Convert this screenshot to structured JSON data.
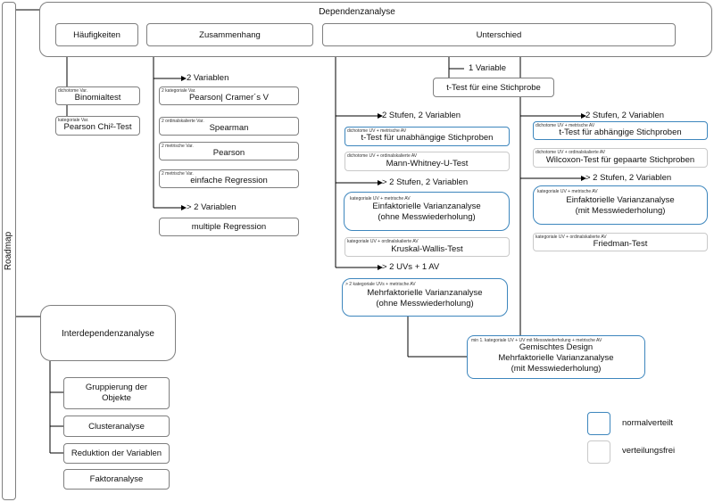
{
  "side": {
    "label": "Roadmap"
  },
  "top": {
    "title": "Dependenzanalyse",
    "haeufigkeiten": "Häufigkeiten",
    "zusammenhang": "Zusammenhang",
    "unterschied": "Unterschied"
  },
  "haeuf": {
    "binomial": {
      "tag": "dichotome Var.",
      "name": "Binomialtest"
    },
    "chi": {
      "tag": "kategoriale Var.",
      "name": "Pearson Chi²-Test"
    }
  },
  "zus": {
    "two_vars": "2 Variablen",
    "more_vars": "> 2 Variablen",
    "cramer": {
      "tag": "2 kategoriale Var.",
      "name": "Pearson| Cramer´s V"
    },
    "spearman": {
      "tag": "2 ordinalskalierte Var.",
      "name": "Spearman"
    },
    "pearson": {
      "tag": "2 metrische Var.",
      "name": "Pearson"
    },
    "regression": {
      "tag": "2 metrische Var.",
      "name": "einfache Regression"
    },
    "multiple": {
      "name": "multiple Regression"
    }
  },
  "unt": {
    "one_var": "1 Variable",
    "one_sample": "t-Test für eine Stichprobe",
    "two_levels_left": "2 Stufen, 2 Variablen",
    "more_levels_left": "> 2 Stufen, 2 Variablen",
    "more_uvs": "> 2 UVs + 1 AV",
    "two_levels_right": "2 Stufen, 2 Variablen",
    "more_levels_right": "> 2 Stufen, 2 Variablen",
    "t_unabh": {
      "tag": "dichotome UV  + metrische AV",
      "name": "t-Test für unabhängige Stichproben"
    },
    "mann": {
      "tag": "dichotome UV + ordinalskalierte AV",
      "name": "Mann-Whitney-U-Test"
    },
    "anova_ohne": {
      "tag": "kategoriale UV + metrische  AV",
      "line1": "Einfaktorielle Varianzanalyse",
      "line2": "(ohne Messwiederholung)"
    },
    "kruskal": {
      "tag": "kategoriale UV + ordinalskalierte  AV",
      "name": "Kruskal-Wallis-Test"
    },
    "mehr_ohne": {
      "tag": "> 2 kategoriale UVs  + metrische  AV",
      "line1": "Mehrfaktorielle Varianzanalyse",
      "line2": "(ohne Messwiederholung)"
    },
    "t_abh": {
      "tag": "dichotome UV  + metrische AV",
      "name": "t-Test für abhängige Stichproben"
    },
    "wilcoxon": {
      "tag": "dichotome UV + ordinalskalierte AV",
      "name": "Wilcoxon-Test für gepaarte Stichproben"
    },
    "anova_mit": {
      "tag": "kategoriale UV + metrische  AV",
      "line1": "Einfaktorielle Varianzanalyse",
      "line2": "(mit Messwiederholung)"
    },
    "friedman": {
      "tag": "kategoriale UV + ordinalskalierte AV",
      "name": "Friedman-Test"
    },
    "gemischt": {
      "tag": "min 1. kategoriale UV +  UV mit Messwiederholung + metrische  AV",
      "line1": "Gemischtes Design",
      "line2": "Mehrfaktorielle Varianzanalyse",
      "line3": "(mit Messwiederholung)"
    }
  },
  "inter": {
    "title": "Interdependenzanalyse",
    "gruppierung": "Gruppierung der Objekte",
    "cluster": "Clusteranalyse",
    "reduktion": "Reduktion der Variablen",
    "faktor": "Faktoranalyse"
  },
  "legend": {
    "normal": "normalverteilt",
    "frei": "verteilungsfrei"
  },
  "colors": {
    "blue_border": "#3d86bd",
    "gray_border": "#7f7f7f",
    "light_border": "#c9c9c9",
    "line": "#000000"
  }
}
